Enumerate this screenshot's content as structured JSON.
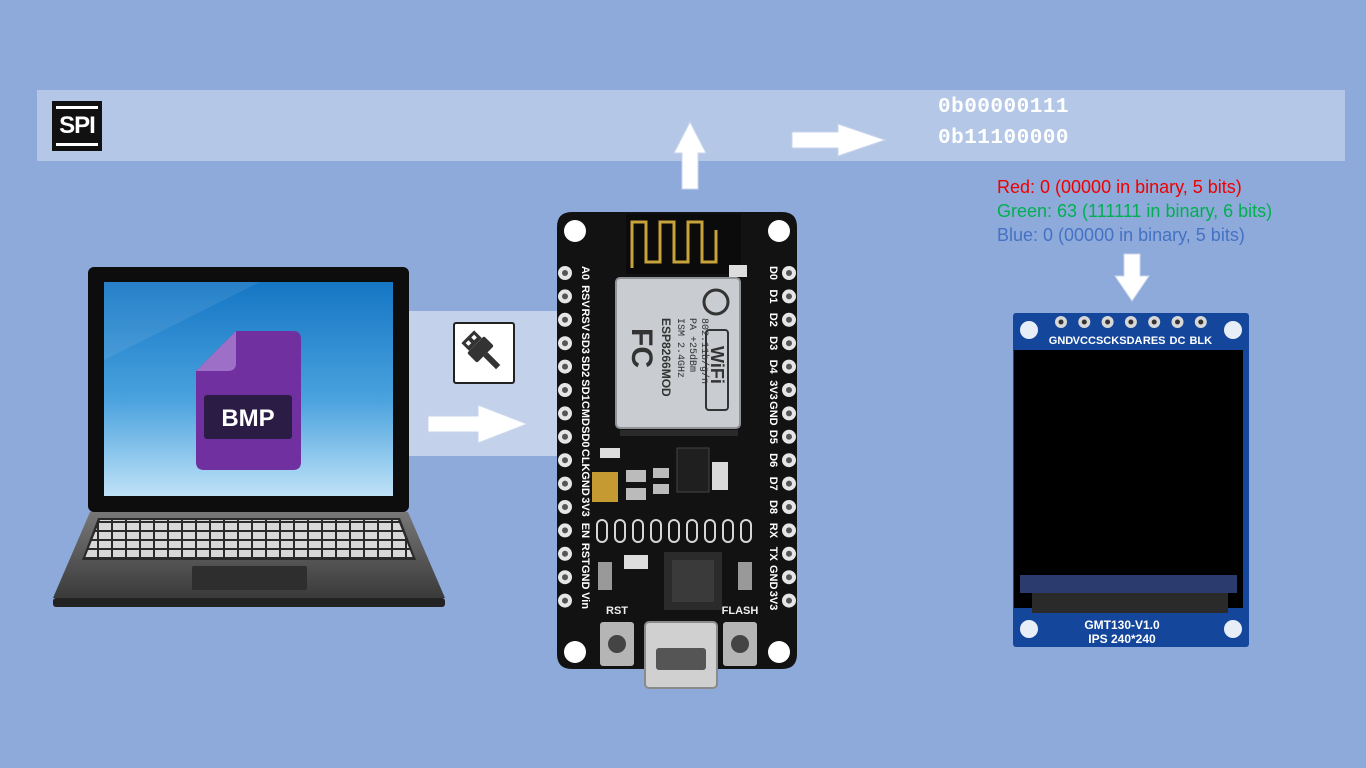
{
  "spi": {
    "logo_text": "SPI"
  },
  "binary": {
    "line1": "0b00000111",
    "line2": "0b11100000"
  },
  "rgb": {
    "red": "Red: 0 (00000 in binary, 5 bits)",
    "green": "Green: 63 (111111 in binary, 6 bits)",
    "blue": "Blue: 0 (00000 in binary, 5 bits)",
    "colors": {
      "red": "#ee0000",
      "green": "#00b050",
      "blue": "#4472c4"
    }
  },
  "laptop": {
    "file_label": "BMP",
    "file_color": "#7030a0"
  },
  "board": {
    "left_pins": [
      "A0",
      "RSV",
      "RSV",
      "SD3",
      "SD2",
      "SD1",
      "CMD",
      "SD0",
      "CLK",
      "GND",
      "3V3",
      "EN",
      "RST",
      "GND",
      "Vin"
    ],
    "right_pins": [
      "D0",
      "D1",
      "D2",
      "D3",
      "D4",
      "3V3",
      "GND",
      "D5",
      "D6",
      "D7",
      "D8",
      "RX",
      "TX",
      "GND",
      "3V3"
    ],
    "module": {
      "vendor": "FC",
      "model": "ESP8266MOD",
      "wifi": "WiFi",
      "spec1": "ISM 2.4GHz",
      "spec2": "PA +25dBm",
      "spec3": "802.11b/g/n"
    },
    "rst_label": "RST",
    "flash_label": "FLASH"
  },
  "display": {
    "pins": [
      "GND",
      "VCC",
      "SCK",
      "SDA",
      "RES",
      "DC",
      "BLK"
    ],
    "model": "GMT130-V1.0",
    "spec": "IPS 240*240"
  },
  "icons": [
    "spi-logo-icon",
    "usb-icon",
    "arrow-up-icon",
    "arrow-right-icon",
    "arrow-down-icon",
    "file-icon"
  ]
}
